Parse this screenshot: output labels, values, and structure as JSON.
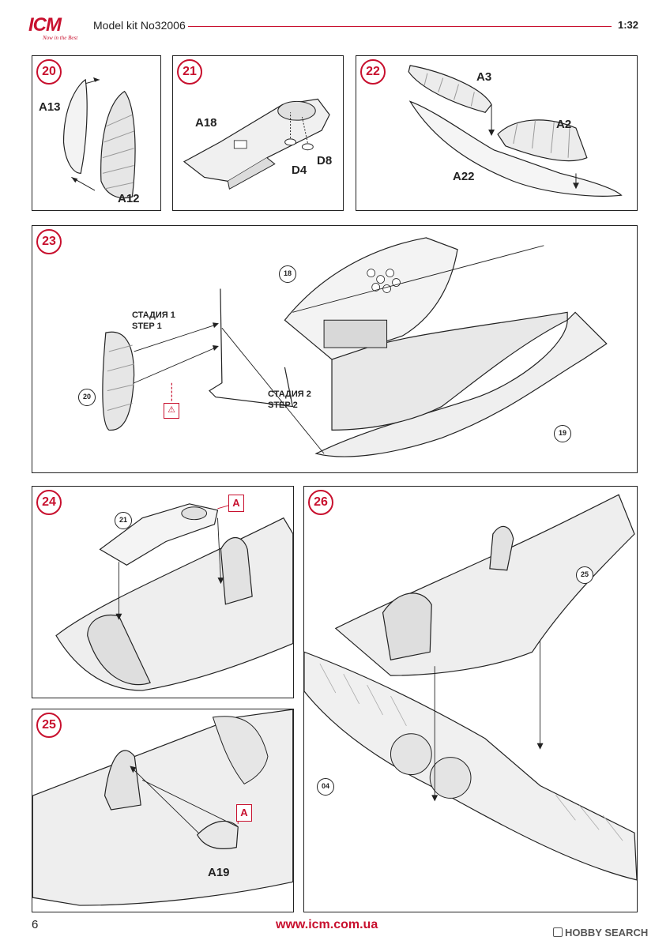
{
  "header": {
    "logo": "ICM",
    "tagline": "Now in the Best",
    "title": "Model kit No32006",
    "scale": "1:32"
  },
  "steps": {
    "s20": {
      "number": "20",
      "parts": [
        "A13",
        "A12"
      ]
    },
    "s21": {
      "number": "21",
      "parts": [
        "A18",
        "D4",
        "D8"
      ]
    },
    "s22": {
      "number": "22",
      "parts": [
        "A3",
        "A2",
        "A22"
      ]
    },
    "s23": {
      "number": "23",
      "refs": [
        "18",
        "20",
        "19"
      ],
      "stage1": [
        "СТАДИЯ 1",
        "STEP 1"
      ],
      "stage2": [
        "СТАДИЯ 2",
        "STEP 2"
      ],
      "warning_icon": "glue-warning-icon"
    },
    "s24": {
      "number": "24",
      "refs": [
        "21"
      ],
      "callout": "A"
    },
    "s25": {
      "number": "25",
      "parts": [
        "A19"
      ],
      "callout": "A"
    },
    "s26": {
      "number": "26",
      "refs": [
        "25",
        "04"
      ]
    }
  },
  "footer": {
    "page": "6",
    "url": "www.icm.com.ua",
    "watermark": "HOBBY SEARCH"
  },
  "colors": {
    "accent": "#c8102e",
    "line": "#222222",
    "fill": "#eeeeee"
  }
}
